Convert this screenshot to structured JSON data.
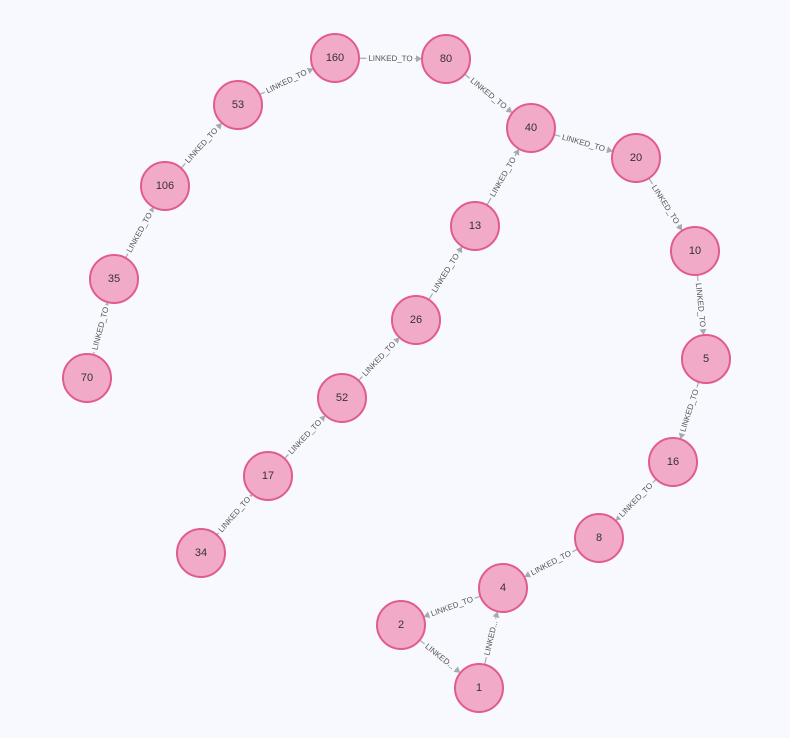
{
  "theme": {
    "node_fill": "#f2aac9",
    "node_stroke": "#e05b92",
    "edge_color": "#a5abb6",
    "background": "#f8f9fe"
  },
  "nodes": [
    {
      "id": "n70",
      "label": "70"
    },
    {
      "id": "n35",
      "label": "35"
    },
    {
      "id": "n106",
      "label": "106"
    },
    {
      "id": "n53",
      "label": "53"
    },
    {
      "id": "n160",
      "label": "160"
    },
    {
      "id": "n80",
      "label": "80"
    },
    {
      "id": "n40",
      "label": "40"
    },
    {
      "id": "n20",
      "label": "20"
    },
    {
      "id": "n10",
      "label": "10"
    },
    {
      "id": "n5",
      "label": "5"
    },
    {
      "id": "n16",
      "label": "16"
    },
    {
      "id": "n8",
      "label": "8"
    },
    {
      "id": "n4",
      "label": "4"
    },
    {
      "id": "n2",
      "label": "2"
    },
    {
      "id": "n1",
      "label": "1"
    },
    {
      "id": "n34",
      "label": "34"
    },
    {
      "id": "n17",
      "label": "17"
    },
    {
      "id": "n52",
      "label": "52"
    },
    {
      "id": "n26",
      "label": "26"
    },
    {
      "id": "n13",
      "label": "13"
    }
  ],
  "edges": [
    {
      "from": "n70",
      "to": "n35",
      "label": "LINKED_TO"
    },
    {
      "from": "n35",
      "to": "n106",
      "label": "LINKED_TO"
    },
    {
      "from": "n106",
      "to": "n53",
      "label": "LINKED_TO"
    },
    {
      "from": "n53",
      "to": "n160",
      "label": "LINKED_TO"
    },
    {
      "from": "n160",
      "to": "n80",
      "label": "LINKED_TO"
    },
    {
      "from": "n80",
      "to": "n40",
      "label": "LINKED_TO"
    },
    {
      "from": "n40",
      "to": "n20",
      "label": "LINKED_TO"
    },
    {
      "from": "n20",
      "to": "n10",
      "label": "LINKED_TO"
    },
    {
      "from": "n10",
      "to": "n5",
      "label": "LINKED_TO"
    },
    {
      "from": "n5",
      "to": "n16",
      "label": "LINKED_TO"
    },
    {
      "from": "n16",
      "to": "n8",
      "label": "LINKED_TO"
    },
    {
      "from": "n8",
      "to": "n4",
      "label": "LINKED_TO"
    },
    {
      "from": "n4",
      "to": "n2",
      "label": "LINKED_TO"
    },
    {
      "from": "n2",
      "to": "n1",
      "label": "LINKED..."
    },
    {
      "from": "n1",
      "to": "n4",
      "label": "LINKED..."
    },
    {
      "from": "n34",
      "to": "n17",
      "label": "LINKED_TO"
    },
    {
      "from": "n17",
      "to": "n52",
      "label": "LINKED_TO"
    },
    {
      "from": "n52",
      "to": "n26",
      "label": "LINKED_TO"
    },
    {
      "from": "n26",
      "to": "n13",
      "label": "LINKED_TO"
    },
    {
      "from": "n13",
      "to": "n40",
      "label": "LINKED_TO"
    }
  ]
}
